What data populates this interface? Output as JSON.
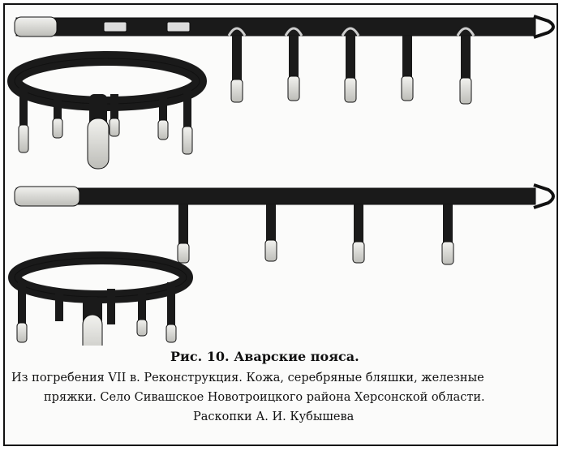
{
  "figure": {
    "title": "Рис. 10. Аварские пояса.",
    "lines": [
      "Из погребения VII в. Реконструкция. Кожа, серебряные бляшки, железные",
      "пряжки. Село Сивашское Новотроицкого района Херсонской области.",
      "Раскопки А. И. Кубышева"
    ]
  },
  "colors": {
    "leather": "#1a1a1a",
    "silver": "#e6e6e2",
    "outline": "#111111"
  }
}
